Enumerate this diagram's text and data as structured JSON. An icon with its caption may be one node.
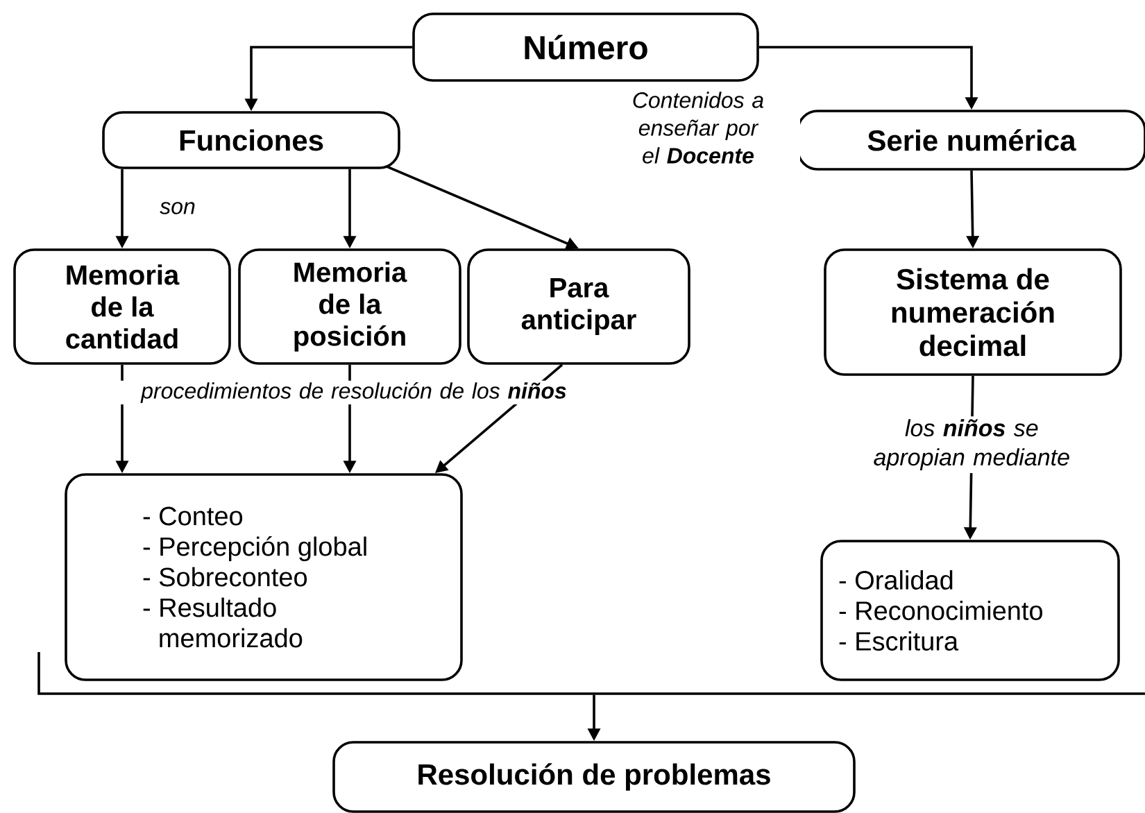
{
  "diagram": {
    "nodes": [
      {
        "text": [
          "Número"
        ]
      },
      {
        "text": [
          "Funciones"
        ]
      },
      {
        "text": [
          "Serie numérica"
        ]
      },
      {
        "text": [
          "Memoria de la cantidad"
        ]
      },
      {
        "text": [
          "Memoria de la posición"
        ]
      },
      {
        "text": [
          "Para anticipar"
        ]
      },
      {
        "text": [
          "Sistema de numeración decimal"
        ]
      },
      {
        "text": [
          "- Conteo",
          "- Percepción global",
          "- Sobreconteo",
          "- Resultado memorizado"
        ]
      },
      {
        "text": [
          "- Oralidad",
          "- Reconocimiento",
          "- Escritura"
        ]
      },
      {
        "text": [
          "Resolución de problemas"
        ]
      },
      {
        "text": [],
        "shape": "bracket"
      }
    ],
    "edges": [
      {
        "from": 0,
        "to": 1,
        "arrow": "to"
      },
      {
        "from": 0,
        "to": 2,
        "arrow": "to"
      },
      {
        "from": 1,
        "to": 3,
        "arrow": "to"
      },
      {
        "from": 1,
        "to": 4,
        "arrow": "to"
      },
      {
        "from": 1,
        "to": 5,
        "arrow": "to"
      },
      {
        "from": 2,
        "to": 6,
        "arrow": "to"
      },
      {
        "from": 3,
        "to": 7,
        "arrow": "to"
      },
      {
        "from": 4,
        "to": 7,
        "arrow": "to"
      },
      {
        "from": 5,
        "to": 7,
        "arrow": "to"
      },
      {
        "from": 6,
        "to": 8,
        "arrow": "to",
        "label": "los **niños** se apropian mediante"
      },
      {
        "from": 10,
        "to": 9,
        "arrow": "to"
      }
    ],
    "labels": [
      "Contenidos a enseñar por el **Docente**",
      "son",
      "procedimientos de resolución de los **niños**"
    ]
  }
}
